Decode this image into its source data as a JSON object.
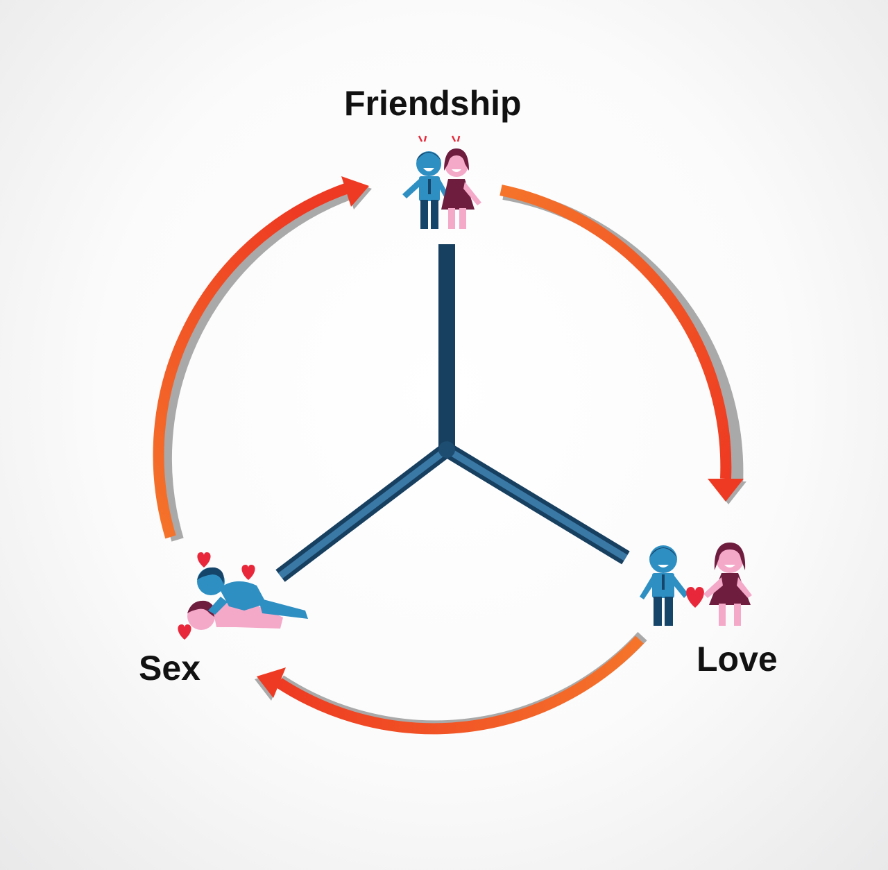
{
  "diagram": {
    "nodes": [
      {
        "id": "friendship",
        "label": "Friendship",
        "icon": "couple-standing-together-icon"
      },
      {
        "id": "love",
        "label": "Love",
        "icon": "couple-holding-heart-icon"
      },
      {
        "id": "sex",
        "label": "Sex",
        "icon": "couple-embracing-icon"
      }
    ],
    "edges": [
      {
        "from": "friendship",
        "to": "love"
      },
      {
        "from": "love",
        "to": "sex"
      },
      {
        "from": "sex",
        "to": "friendship"
      }
    ]
  },
  "colors": {
    "arrow_light": "#f5742a",
    "arrow_dark": "#ee3a22",
    "arrow_shadow": "#a9a9a9",
    "spokes": "#2a6188",
    "boy": "#2e8fc3",
    "girl_dress": "#6e1d3f",
    "girl_skin": "#f4a9c9",
    "heart": "#e8283a"
  }
}
